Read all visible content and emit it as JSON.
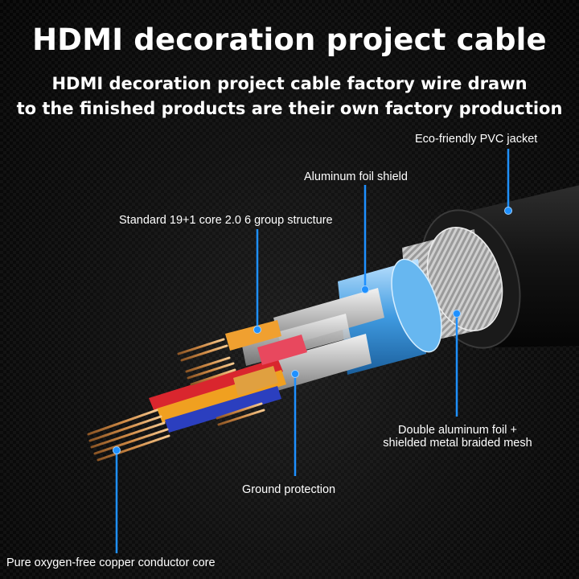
{
  "header": {
    "title": "HDMI decoration project cable",
    "subtitle_line1": "HDMI decoration project cable factory wire drawn",
    "subtitle_line2": "to the finished products are their own factory production"
  },
  "callouts": {
    "jacket": "Eco-friendly PVC jacket",
    "foil": "Aluminum foil shield",
    "structure": "Standard 19+1 core 2.0 6 group structure",
    "braid_line1": "Double aluminum foil +",
    "braid_line2": "shielded metal braided mesh",
    "ground": "Ground protection",
    "copper": "Pure oxygen-free copper conductor core"
  },
  "colors": {
    "accent": "#1e90ff",
    "background": "#0b0b0b",
    "copper": "#d99a55",
    "jacket": "#111111",
    "foil": "#4aa3e0"
  }
}
